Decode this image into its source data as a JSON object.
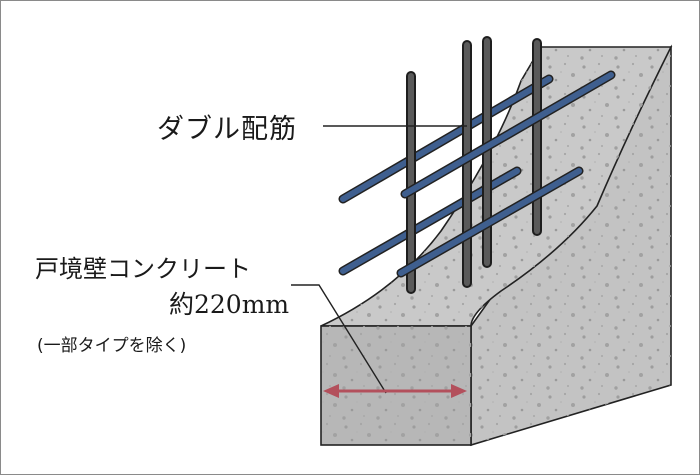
{
  "labels": {
    "rebar": "ダブル配筋",
    "wall": "戸境壁コンクリート",
    "thickness": "約220mm",
    "note": "(一部タイプを除く)"
  },
  "colors": {
    "concrete_front": "#b7b7b7",
    "concrete_side": "#c3c3c3",
    "concrete_top": "#c9c9c9",
    "rebar_horizontal": "#3f5f8f",
    "rebar_vertical": "#5a5a5a",
    "dimension_arrow": "#b3505c",
    "outline": "#222222"
  }
}
